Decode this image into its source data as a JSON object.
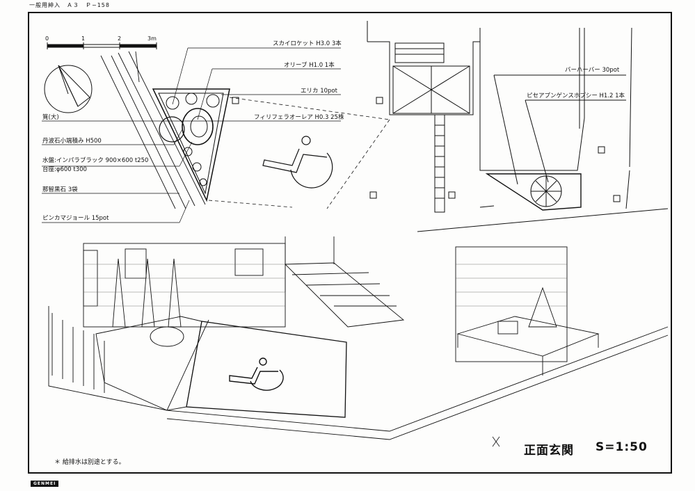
{
  "header": {
    "text": "一般用紳入　Ａ３　Ｐ−158"
  },
  "scale_bar": {
    "ticks": [
      "0",
      "1",
      "2",
      "3m"
    ]
  },
  "labels": {
    "sky_rocket": "スカイロケット H3.0 3本",
    "olive": "オリーブ H1.0 1本",
    "erica": "エリカ 10pot",
    "filifera": "フィリフェラオーレア H0.3 25株",
    "kakehi": "筧(大)",
    "tanba": "丹波石小端積み H500",
    "suiban": "水盤:インパラブラック 900×600 t250",
    "daiza": "台座:φ600 t300",
    "nachi": "那智黒石 3袋",
    "marjoram": "ピンカマジョール 15pot",
    "verbena": "バーハーバー 30pot",
    "picea": "ピセアプンゲンスホプシー H1.2 1本"
  },
  "title": "正面玄関",
  "ratio": "S=1:50",
  "note": "＊ 給排水は別途とする。",
  "logo": "GENMEI"
}
